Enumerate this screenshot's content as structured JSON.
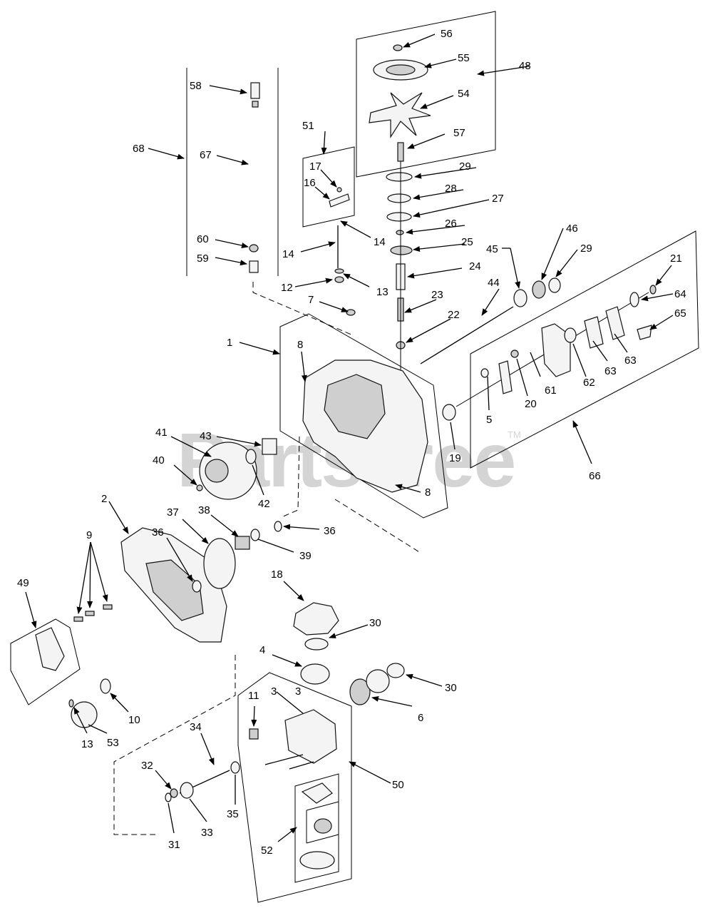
{
  "watermark": {
    "text": "PartsTree",
    "tm": "TM"
  },
  "labels": {
    "l1": "1",
    "l2": "2",
    "l3a": "3",
    "l3b": "3",
    "l4": "4",
    "l5": "5",
    "l6": "6",
    "l7": "7",
    "l8a": "8",
    "l8b": "8",
    "l9": "9",
    "l10": "10",
    "l11": "11",
    "l12": "12",
    "l13a": "13",
    "l13b": "13",
    "l14a": "14",
    "l14b": "14",
    "l16": "16",
    "l17": "17",
    "l18": "18",
    "l19": "19",
    "l20": "20",
    "l21": "21",
    "l22": "22",
    "l23": "23",
    "l24": "24",
    "l25": "25",
    "l26": "26",
    "l27": "27",
    "l28": "28",
    "l29a": "29",
    "l29b": "29",
    "l30a": "30",
    "l30b": "30",
    "l31": "31",
    "l32": "32",
    "l33": "33",
    "l34": "34",
    "l35": "35",
    "l36a": "36",
    "l36b": "36",
    "l37": "37",
    "l38": "38",
    "l39": "39",
    "l40": "40",
    "l41": "41",
    "l42": "42",
    "l43": "43",
    "l44": "44",
    "l45": "45",
    "l46": "46",
    "l48": "48",
    "l49": "49",
    "l50": "50",
    "l51": "51",
    "l52": "52",
    "l53": "53",
    "l54": "54",
    "l55": "55",
    "l56": "56",
    "l57": "57",
    "l58": "58",
    "l59": "59",
    "l60": "60",
    "l61": "61",
    "l62": "62",
    "l63a": "63",
    "l63b": "63",
    "l64": "64",
    "l65": "65",
    "l66": "66",
    "l67": "67",
    "l68": "68"
  }
}
